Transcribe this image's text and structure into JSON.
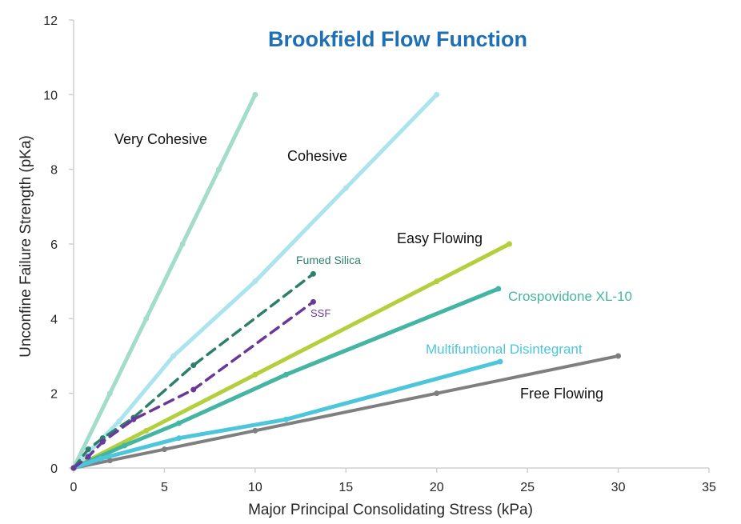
{
  "chart_data": {
    "type": "line",
    "title": "Brookfield Flow Function",
    "xlabel": "Major Principal Consolidating Stress (kPa)",
    "ylabel": "Unconfine Failure Strength (pKa)",
    "xlim": [
      0,
      35
    ],
    "ylim": [
      0,
      12
    ],
    "xticks": [
      0,
      5,
      10,
      15,
      20,
      25,
      30,
      35
    ],
    "yticks": [
      0,
      2,
      4,
      6,
      8,
      10,
      12
    ],
    "grid": false,
    "legend": "none",
    "regions": [
      {
        "label": "Very Cohesive"
      },
      {
        "label": "Cohesive"
      },
      {
        "label": "Easy Flowing"
      },
      {
        "label": "Free Flowing"
      }
    ],
    "series": [
      {
        "name": "",
        "color": "#a3dccb",
        "width": 5,
        "dash": "none",
        "label_color": "#111111",
        "points": [
          [
            0,
            0
          ],
          [
            2,
            2
          ],
          [
            4,
            4
          ],
          [
            6,
            6
          ],
          [
            8,
            8
          ],
          [
            10,
            10
          ]
        ]
      },
      {
        "name": "",
        "color": "#abe3ee",
        "width": 5,
        "dash": "none",
        "label_color": "#111111",
        "points": [
          [
            0,
            0
          ],
          [
            2.5,
            1.25
          ],
          [
            5.5,
            3
          ],
          [
            10,
            5
          ],
          [
            15,
            7.5
          ],
          [
            20,
            10
          ]
        ]
      },
      {
        "name": "",
        "color": "#b3cf3c",
        "width": 5,
        "dash": "none",
        "label_color": "#111111",
        "points": [
          [
            0,
            0
          ],
          [
            4,
            1
          ],
          [
            10,
            2.5
          ],
          [
            20,
            5
          ],
          [
            24,
            6
          ]
        ]
      },
      {
        "name": "",
        "color": "#7f7f7f",
        "width": 4,
        "dash": "none",
        "label_color": "#111111",
        "points": [
          [
            0,
            0
          ],
          [
            2,
            0.2
          ],
          [
            5,
            0.5
          ],
          [
            10,
            1
          ],
          [
            20,
            2
          ],
          [
            30,
            3
          ]
        ]
      },
      {
        "name": "Crospovidone XL-10",
        "color": "#43b5a2",
        "width": 5,
        "dash": "none",
        "label_color": "#43b5a2",
        "points": [
          [
            0,
            0
          ],
          [
            2.8,
            0.6
          ],
          [
            5.8,
            1.2
          ],
          [
            11.7,
            2.5
          ],
          [
            23.4,
            4.8
          ]
        ]
      },
      {
        "name": "Multifuntional Disintegrant",
        "color": "#4dc6db",
        "width": 5,
        "dash": "none",
        "label_color": "#4dc6db",
        "points": [
          [
            0,
            0
          ],
          [
            1.5,
            0.25
          ],
          [
            5.8,
            0.8
          ],
          [
            11.7,
            1.3
          ],
          [
            23.5,
            2.85
          ]
        ]
      },
      {
        "name": "Fumed Silica",
        "color": "#2e7e6c",
        "width": 3.5,
        "dash": "12,8",
        "label_color": "#2e7e6c",
        "points": [
          [
            0,
            0
          ],
          [
            0.8,
            0.5
          ],
          [
            1.6,
            0.8
          ],
          [
            3.3,
            1.35
          ],
          [
            6.6,
            2.75
          ],
          [
            13.2,
            5.2
          ]
        ]
      },
      {
        "name": "SSF",
        "color": "#6a3898",
        "width": 3.5,
        "dash": "12,8",
        "label_color": "#6a3898",
        "points": [
          [
            0,
            0
          ],
          [
            0.8,
            0.3
          ],
          [
            1.6,
            0.7
          ],
          [
            3.3,
            1.3
          ],
          [
            6.6,
            2.1
          ],
          [
            13.2,
            4.45
          ]
        ]
      }
    ]
  }
}
